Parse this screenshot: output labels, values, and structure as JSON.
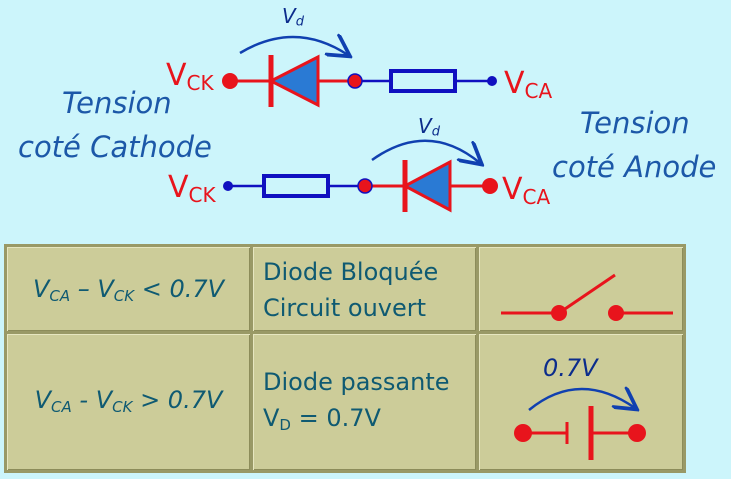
{
  "labels": {
    "tension_cathode_line1": "Tension",
    "tension_cathode_line2": "coté Cathode",
    "tension_anode_line1": "Tension",
    "tension_anode_line2": "coté Anode",
    "v_main": "V",
    "sub_ck": "CK",
    "sub_ca": "CA",
    "vd_main": "V",
    "vd_sub": "d"
  },
  "table": {
    "rows": [
      {
        "cond_a": "V",
        "cond_a_sub": "CA",
        "cond_op": " – V",
        "cond_b_sub": "CK",
        "cond_rest": " < 0.7V",
        "state_line1": "Diode Bloquée",
        "state_line2": "Circuit ouvert",
        "symbol": "open-switch"
      },
      {
        "cond_a": "V",
        "cond_a_sub": "CA",
        "cond_op": " - V",
        "cond_b_sub": "CK",
        "cond_rest": " > 0.7V",
        "state_line1": "Diode passante",
        "state_line2_main": "V",
        "state_line2_sub": "D",
        "state_line2_rest": " = 0.7V",
        "symbol": "voltage-source",
        "symbol_label": "0.7V"
      }
    ]
  },
  "colors": {
    "background": "#ccf5fb",
    "red": "#e8141c",
    "blue": "#1c58a8",
    "dark_blue": "#0b2c8c",
    "table_cell": "#cccc99",
    "table_border": "#999966",
    "text_teal": "#0f5a72"
  }
}
